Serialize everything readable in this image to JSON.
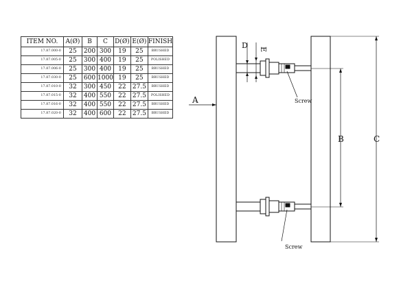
{
  "table": {
    "headers": [
      "ITEM NO.",
      "A(Ø)",
      "B",
      "C",
      "D(Ø)",
      "E(Ø)",
      "FINISH"
    ],
    "rows": [
      [
        "17.87.000-0",
        "25",
        "200",
        "300",
        "19",
        "25",
        "BRUSHED"
      ],
      [
        "17.87.005-0",
        "25",
        "300",
        "400",
        "19",
        "25",
        "POLISHED"
      ],
      [
        "17.87.006-0",
        "25",
        "300",
        "400",
        "19",
        "25",
        "BRUSHED"
      ],
      [
        "17.87.030-0",
        "25",
        "600",
        "1000",
        "19",
        "25",
        "BRUSHED"
      ],
      [
        "17.87.010-0",
        "32",
        "300",
        "450",
        "22",
        "27.5",
        "BRUSHED"
      ],
      [
        "17.87.015-0",
        "32",
        "400",
        "550",
        "22",
        "27.5",
        "POLISHED"
      ],
      [
        "17.87.016-0",
        "32",
        "400",
        "550",
        "22",
        "27.5",
        "BRUSHED"
      ],
      [
        "17.87.020-0",
        "32",
        "400",
        "600",
        "22",
        "27.5",
        "BRUSHED"
      ]
    ]
  },
  "drawing": {
    "label_a": "A",
    "label_b": "B",
    "label_c": "C",
    "label_d": "D",
    "label_e": "E",
    "screw_top": "Screw",
    "screw_bottom": "Screw"
  },
  "colors": {
    "line": "#111111",
    "background": "#ffffff"
  }
}
